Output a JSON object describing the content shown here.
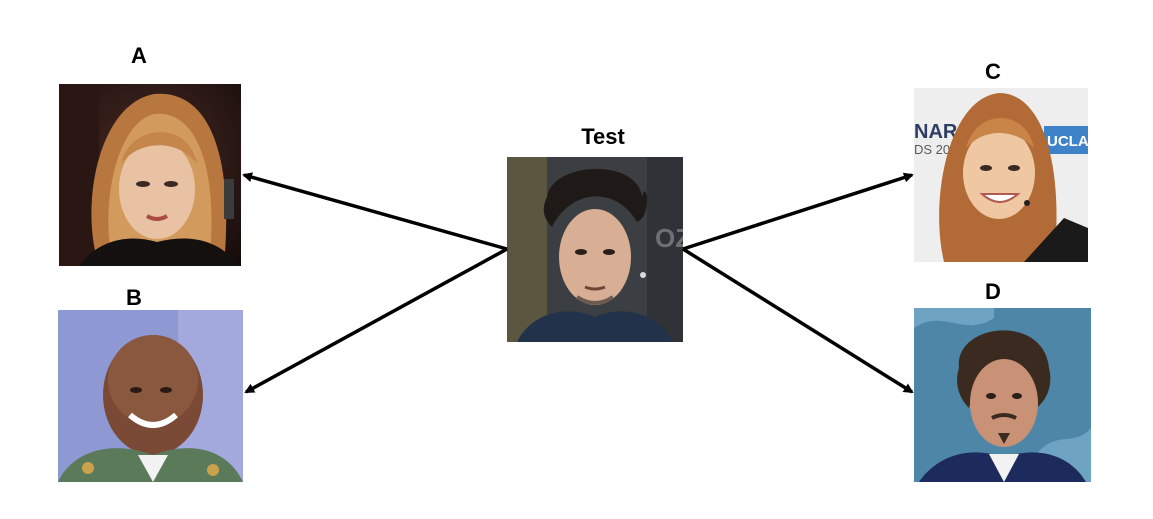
{
  "labels": {
    "a": "A",
    "b": "B",
    "c": "C",
    "d": "D",
    "test": "Test"
  },
  "colors": {
    "arrow": "#000000",
    "background": "#ffffff"
  },
  "photo_text": {
    "c_backdrop_left": "NAR",
    "c_backdrop_left2": "DS 20",
    "c_backdrop_right": "UCLA",
    "test_backdrop": "OZ"
  }
}
